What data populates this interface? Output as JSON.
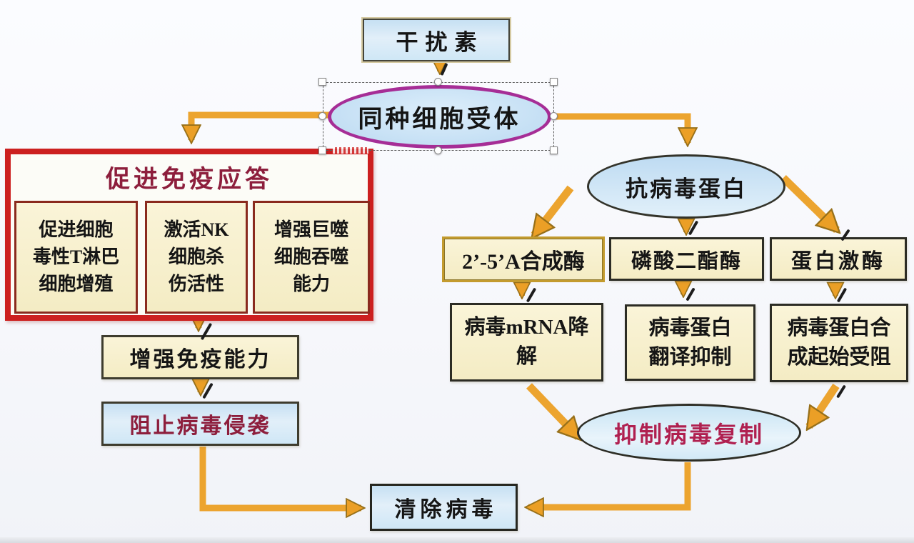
{
  "diagram": {
    "nodes": {
      "interferon": "干扰素",
      "receptor": "同种细胞受体",
      "immune_panel_title": "促进免疫应答",
      "immune_items": [
        "促进细胞\n毒性T淋巴\n细胞增殖",
        "激活NK\n细胞杀\n伤活性",
        "增强巨噬\n细胞吞噬\n能力"
      ],
      "enhance_immunity": "增强免疫能力",
      "block_invasion": "阻止病毒侵袭",
      "antiviral_protein": "抗病毒蛋白",
      "enzymes": [
        "2’-5’A合成酶",
        "磷酸二酯酶",
        "蛋白激酶"
      ],
      "effects": [
        "病毒mRNA降\n解",
        "病毒蛋白\n翻译抑制",
        "病毒蛋白合\n成起始受阻"
      ],
      "inhibit_replication": "抑制病毒复制",
      "clear_virus": "清除病毒"
    },
    "colors": {
      "arrow": "#ECA42F",
      "arrowhead": "#EB9F26",
      "panel_border": "#CC2020",
      "receptor_border": "#A62D96",
      "maroon_text": "#8D1E3C",
      "pink_text": "#B02050",
      "blue_fill": "#CFE6F5",
      "cream_fill": "#F8F1CE"
    }
  }
}
